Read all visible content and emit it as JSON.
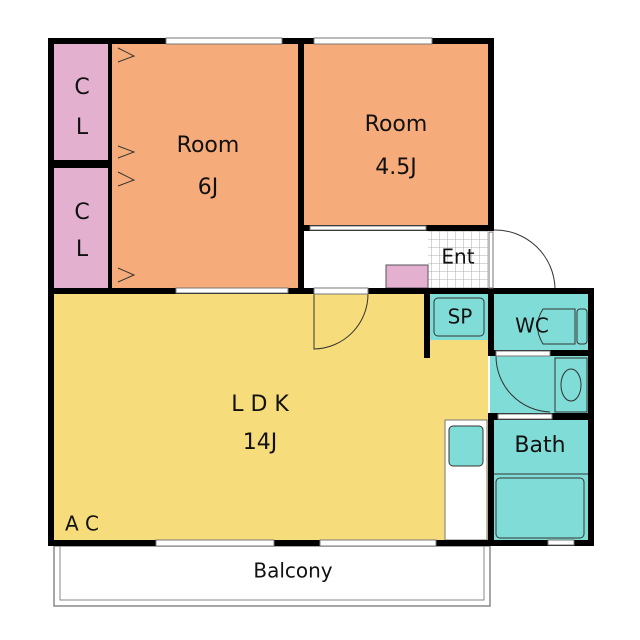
{
  "rooms": {
    "closet_1": {
      "c": "C",
      "l": "L"
    },
    "closet_2": {
      "c": "C",
      "l": "L"
    },
    "room_6": {
      "name": "Room",
      "size": "6J"
    },
    "room_45": {
      "name": "Room",
      "size": "4.5J"
    },
    "entrance": {
      "name": "Ent"
    },
    "storage": {
      "name": "SP"
    },
    "wc": {
      "name": "WC"
    },
    "bath": {
      "name": "Bath"
    },
    "ldk": {
      "name": "L D K",
      "size": "14J"
    },
    "ac": {
      "name": "A C"
    },
    "balcony": {
      "name": "Balcony"
    }
  },
  "colors": {
    "room": "#F5AB7A",
    "ldk": "#F6DC7A",
    "wet": "#80DCD6",
    "closet": "#E3B0D0",
    "wall": "#000000"
  }
}
